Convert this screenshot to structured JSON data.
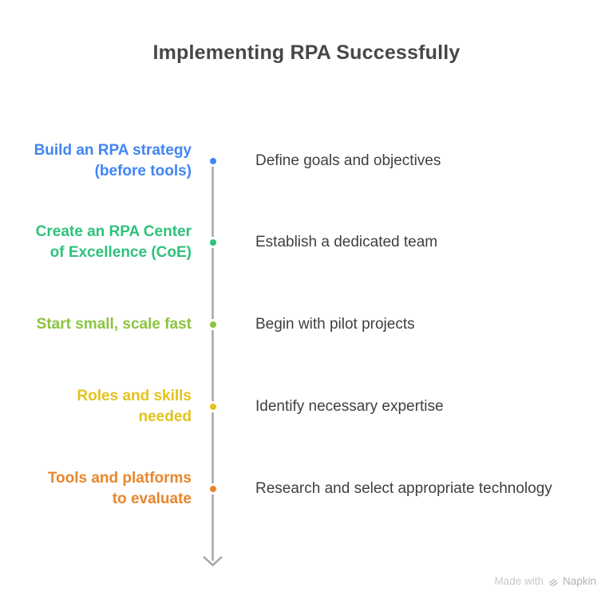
{
  "title": "Implementing RPA Successfully",
  "rows": [
    {
      "label": "Build an RPA strategy\n(before tools)",
      "description": "Define goals and objectives",
      "color": "#4285F4"
    },
    {
      "label": "Create an RPA Center\nof Excellence (CoE)",
      "description": "Establish a dedicated team",
      "color": "#2EC27A"
    },
    {
      "label": "Start small, scale fast",
      "description": "Begin with pilot projects",
      "color": "#8BC440"
    },
    {
      "label": "Roles and skills\nneeded",
      "description": "Identify necessary expertise",
      "color": "#E3C31C"
    },
    {
      "label": "Tools and platforms\nto evaluate",
      "description": "Research and select appropriate technology",
      "color": "#E8862C"
    }
  ],
  "timeline": {
    "line_color": "#A6A6A6",
    "direction": "down"
  },
  "footer": {
    "made_with": "Made with",
    "brand": "Napkin",
    "logo_icon": "napkin-logo-icon"
  }
}
